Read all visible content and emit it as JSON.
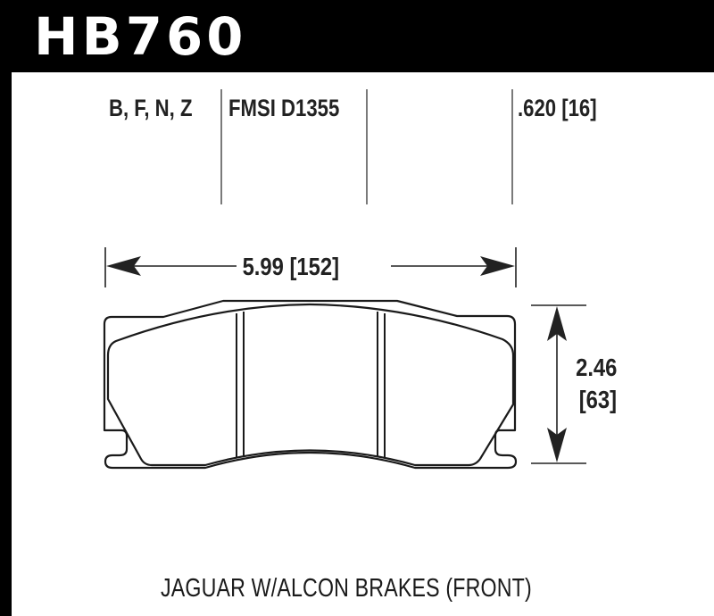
{
  "header": {
    "part_number": "HB760",
    "background_color": "#000000",
    "text_color": "#ffffff"
  },
  "specs": {
    "compounds": "B, F, N, Z",
    "fmsi": "FMSI D1355",
    "thickness": ".620 [16]"
  },
  "dimensions": {
    "width": "5.99 [152]",
    "height_in": "2.46",
    "height_mm": "[63]"
  },
  "footer": {
    "application": "JAGUAR W/ALCON BRAKES (FRONT)"
  },
  "colors": {
    "line": "#222222",
    "divider": "#7a7a7a"
  }
}
